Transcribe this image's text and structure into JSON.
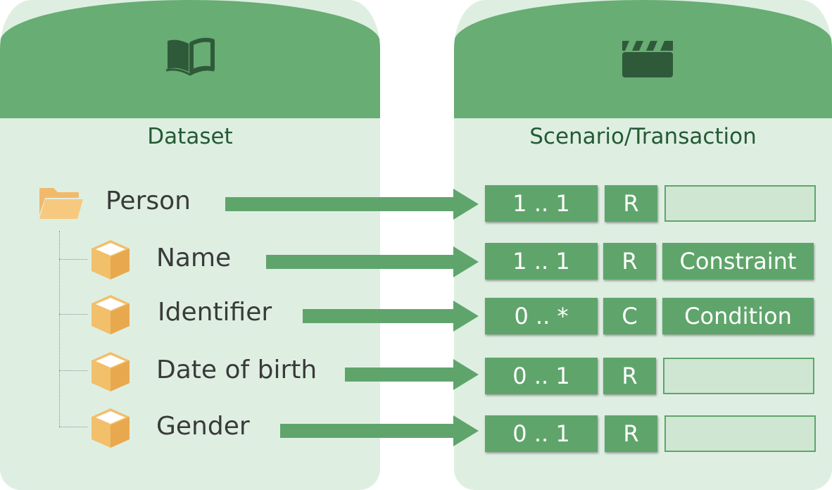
{
  "panels": {
    "dataset": {
      "title": "Dataset",
      "icon": "open-book-icon"
    },
    "scenario": {
      "title": "Scenario/Transaction",
      "icon": "clapperboard-icon"
    }
  },
  "tree": {
    "root": {
      "label": "Person",
      "icon": "folder-icon"
    },
    "children": [
      {
        "label": "Name",
        "icon": "box-icon"
      },
      {
        "label": "Identifier",
        "icon": "box-icon"
      },
      {
        "label": "Date of birth",
        "icon": "box-icon"
      },
      {
        "label": "Gender",
        "icon": "box-icon"
      }
    ]
  },
  "rows": [
    {
      "cardinality": "1 .. 1",
      "flag": "R",
      "extra": ""
    },
    {
      "cardinality": "1 .. 1",
      "flag": "R",
      "extra": "Constraint"
    },
    {
      "cardinality": "0 .. *",
      "flag": "C",
      "extra": "Condition"
    },
    {
      "cardinality": "0 .. 1",
      "flag": "R",
      "extra": ""
    },
    {
      "cardinality": "0 .. 1",
      "flag": "R",
      "extra": ""
    }
  ],
  "colors": {
    "panel_body": "#deefe2",
    "panel_head": "#68ad74",
    "cell": "#5fa56b",
    "cell_empty": "#cfe6d3",
    "title": "#245a35",
    "icon_dark": "#2f5a3a",
    "folder": "#f3b96a",
    "box": "#f2bf6a"
  }
}
